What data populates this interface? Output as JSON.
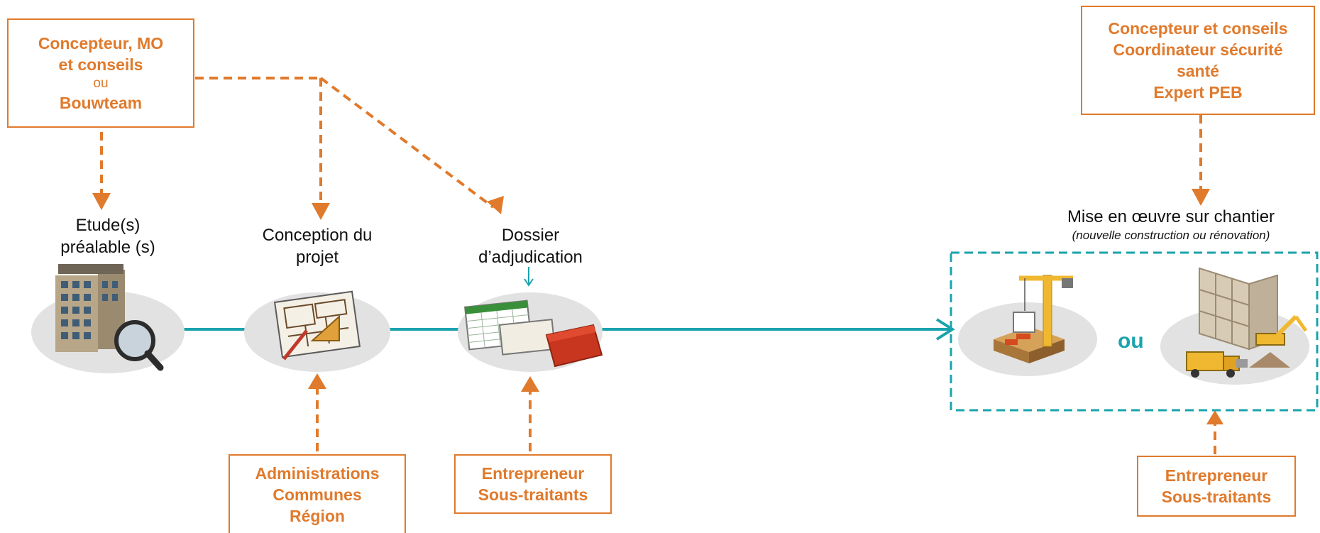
{
  "colors": {
    "orange": "#e07a2c",
    "teal": "#1aa3ad",
    "disc": "#e2e2e2"
  },
  "boxes": {
    "top_left": {
      "line1": "Concepteur, MO",
      "line2": "et conseils",
      "line3": "ou",
      "line4": "Bouwteam"
    },
    "top_right": {
      "line1": "Concepteur et conseils",
      "line2": "Coordinateur sécurité",
      "line3": "santé",
      "line4": "Expert PEB"
    },
    "admin": {
      "line1": "Administrations",
      "line2": "Communes",
      "line3": "Région"
    },
    "entrepreneur_mid": {
      "line1": "Entrepreneur",
      "line2": "Sous-traitants"
    },
    "entrepreneur_right": {
      "line1": "Entrepreneur",
      "line2": "Sous-traitants"
    }
  },
  "stages": {
    "etude": {
      "line1": "Etude(s)",
      "line2": "préalable (s)",
      "icon": "building-magnifier-icon"
    },
    "conception": {
      "line1": "Conception du",
      "line2": "projet",
      "icon": "blueprint-icon"
    },
    "dossier": {
      "line1": "Dossier",
      "line2": "d’adjudication",
      "icon": "documents-folder-icon"
    },
    "chantier": {
      "line1": "Mise en œuvre sur chantier",
      "line2": "(nouvelle construction ou rénovation)",
      "icon_new": "crane-construction-icon",
      "icon_renovation": "renovation-excavator-icon"
    }
  },
  "or_label": "ou"
}
